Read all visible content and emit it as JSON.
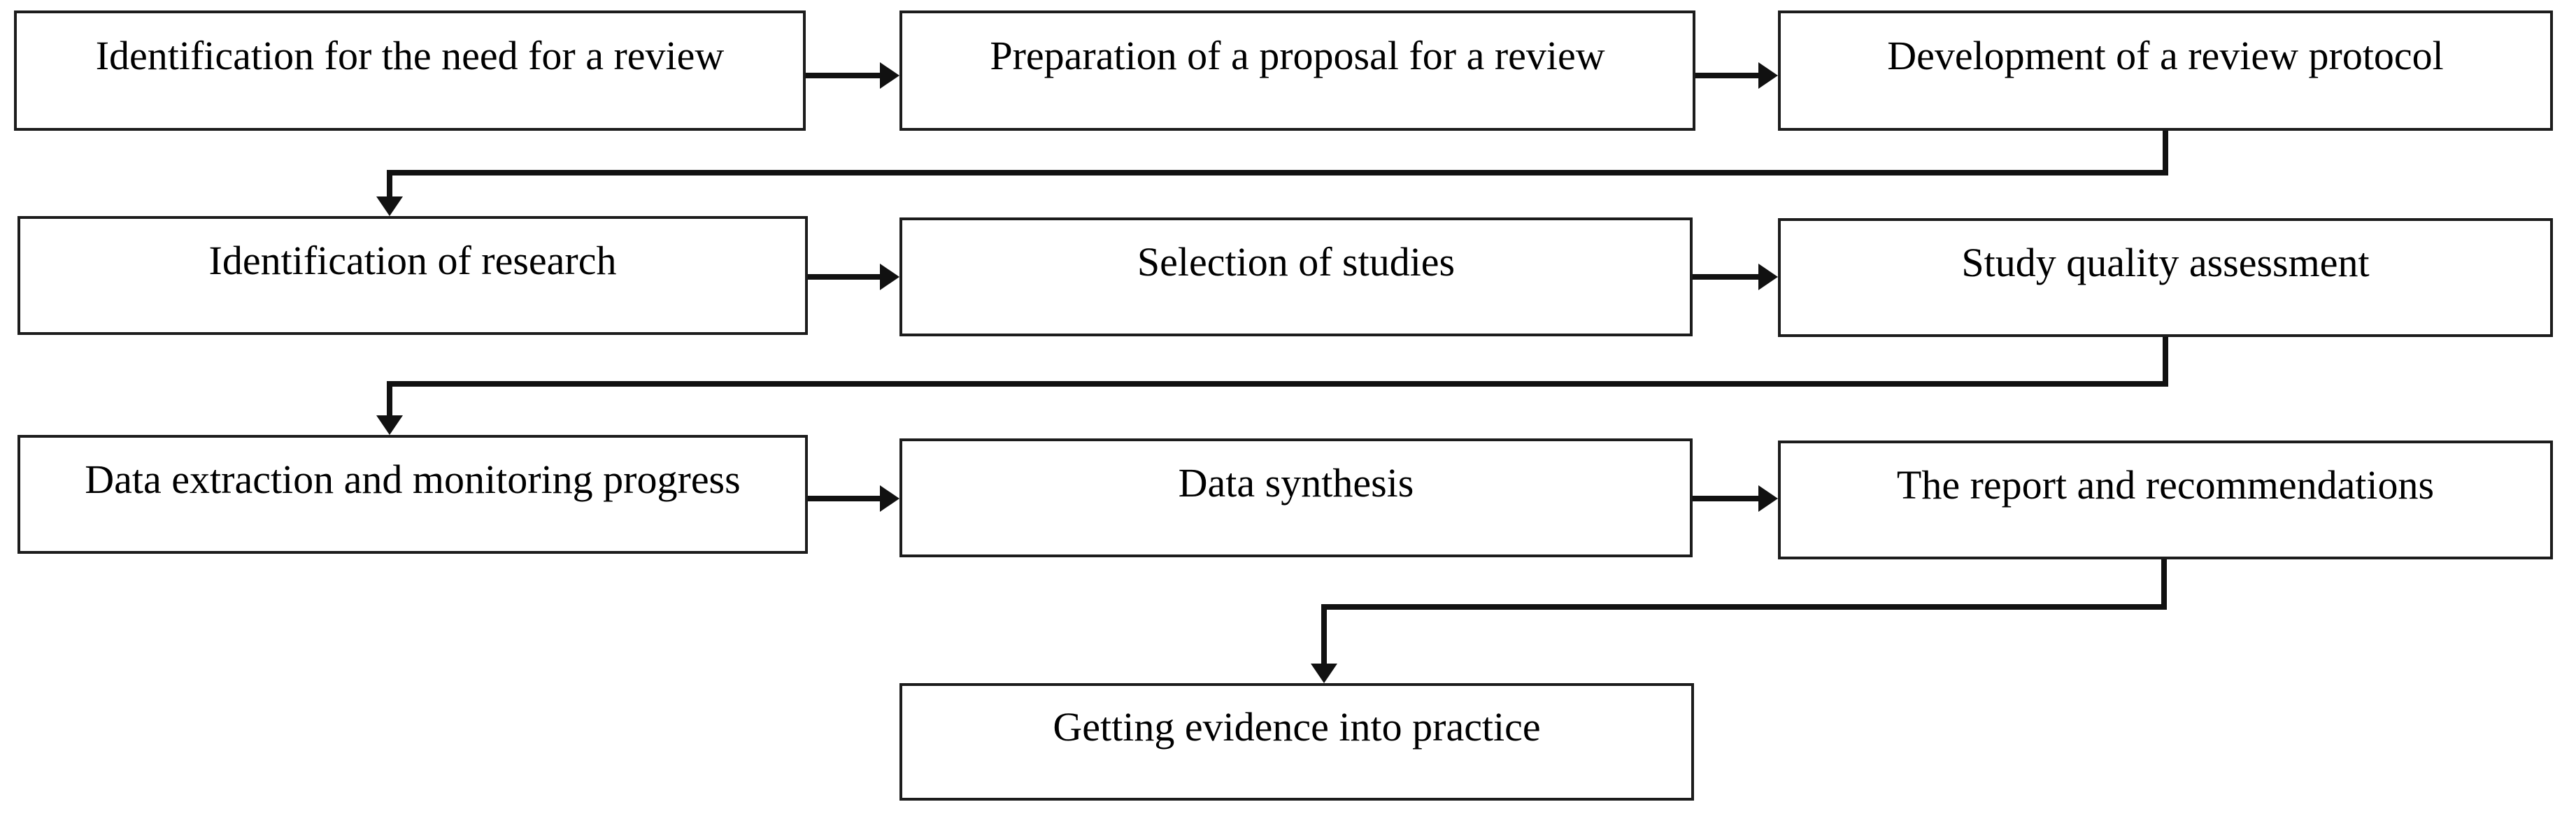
{
  "figure": {
    "type": "flowchart",
    "colors": {
      "background": "#ffffff",
      "box_border": "#1c1c1c",
      "connector_line": "#111111",
      "text": "#000000"
    },
    "steps": [
      {
        "id": 1,
        "label": "Identification for the need for a review"
      },
      {
        "id": 2,
        "label": "Preparation of a proposal for a review"
      },
      {
        "id": 3,
        "label": "Development of a review protocol"
      },
      {
        "id": 4,
        "label": "Identification of research"
      },
      {
        "id": 5,
        "label": "Selection of studies"
      },
      {
        "id": 6,
        "label": "Study quality assessment"
      },
      {
        "id": 7,
        "label": "Data extraction and monitoring progress"
      },
      {
        "id": 8,
        "label": "Data synthesis"
      },
      {
        "id": 9,
        "label": "The report and recommendations"
      },
      {
        "id": 10,
        "label": "Getting evidence into practice"
      }
    ],
    "edges": [
      {
        "from": 1,
        "to": 2
      },
      {
        "from": 2,
        "to": 3
      },
      {
        "from": 3,
        "to": 4
      },
      {
        "from": 4,
        "to": 5
      },
      {
        "from": 5,
        "to": 6
      },
      {
        "from": 6,
        "to": 7
      },
      {
        "from": 7,
        "to": 8
      },
      {
        "from": 8,
        "to": 9
      },
      {
        "from": 9,
        "to": 10
      }
    ]
  }
}
